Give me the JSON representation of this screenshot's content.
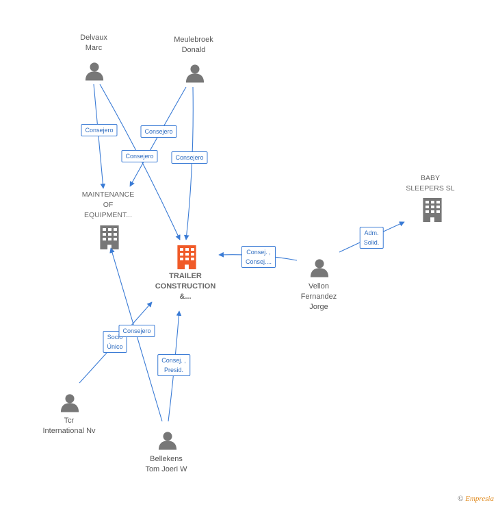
{
  "colors": {
    "edge": "#3a7bd5",
    "person_icon": "#777777",
    "company_icon": "#777777",
    "main_company_icon": "#f05a28",
    "label_text": "#555555"
  },
  "nodes": {
    "delvaux": {
      "lines": [
        "Delvaux",
        "Marc"
      ],
      "icon": "person-icon"
    },
    "meulebroek": {
      "lines": [
        "Meulebroek",
        "Donald"
      ],
      "icon": "person-icon"
    },
    "maintenance": {
      "lines": [
        "MAINTENANCE",
        "OF",
        "EQUIPMENT..."
      ],
      "icon": "building-icon"
    },
    "trailer": {
      "lines": [
        "TRAILER",
        "CONSTRUCTION",
        "&..."
      ],
      "icon": "building-icon"
    },
    "baby": {
      "lines": [
        "BABY",
        "SLEEPERS SL"
      ],
      "icon": "building-icon"
    },
    "vellon": {
      "lines": [
        "Vellon",
        "Fernandez",
        "Jorge"
      ],
      "icon": "person-icon"
    },
    "tcr": {
      "lines": [
        "Tcr",
        "International Nv"
      ],
      "icon": "person-icon"
    },
    "bellekens": {
      "lines": [
        "Bellekens",
        "Tom Joeri W"
      ],
      "icon": "person-icon"
    }
  },
  "edges": {
    "delvaux_maintenance": [
      "Consejero"
    ],
    "meulebroek_maintenance": [
      "Consejero"
    ],
    "delvaux_trailer": [
      "Consejero"
    ],
    "meulebroek_trailer": [
      "Consejero"
    ],
    "vellon_trailer": [
      "Consej. ,",
      "Consej...."
    ],
    "vellon_baby": [
      "Adm.",
      "Solid."
    ],
    "tcr_trailer": [
      "Socio",
      "Único"
    ],
    "bellekens_maintenance": [
      "Consejero"
    ],
    "bellekens_trailer": [
      "Consej. ,",
      "Presid."
    ]
  },
  "footer": {
    "copyright": "©",
    "brand": "Empresia"
  }
}
